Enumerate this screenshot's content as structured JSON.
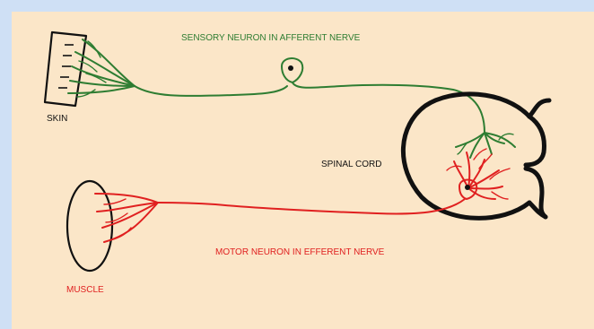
{
  "labels": {
    "sensory": "SENSORY NEURON IN AFFERENT NERVE",
    "skin": "SKIN",
    "spinal_cord": "SPINAL CORD",
    "motor": "MOTOR NEURON IN EFFERENT NERVE",
    "muscle": "MUSCLE"
  },
  "colors": {
    "background_outer": "#cfe0f5",
    "background_panel": "#fbe6c8",
    "sensory": "#2e7d32",
    "motor": "#e02020",
    "outline": "#111111"
  }
}
